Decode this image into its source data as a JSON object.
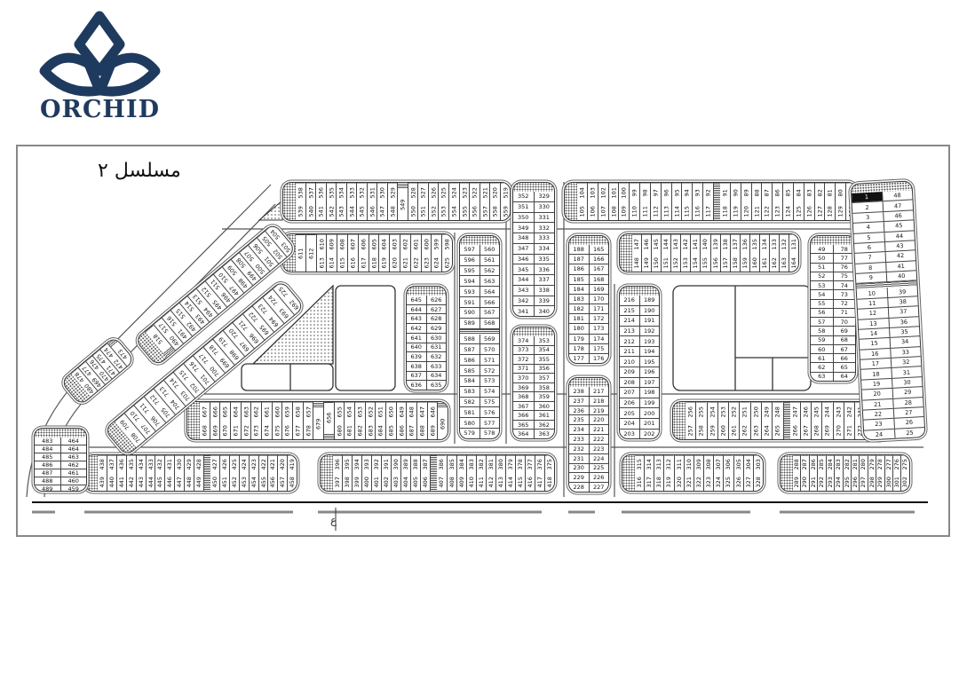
{
  "logo": {
    "brand": "ORCHID",
    "color": "#1f3a5f"
  },
  "map": {
    "title": "مسلسل ٢",
    "road_label": "ع",
    "highlighted_plot": "1",
    "blocks": {
      "A": {
        "top": [
          538,
          537,
          536,
          535,
          534,
          533,
          532,
          531,
          530,
          529,
          null,
          528,
          527,
          526,
          525,
          524,
          523,
          522,
          521,
          520,
          519
        ],
        "bottom": [
          539,
          540,
          541,
          542,
          543,
          544,
          545,
          546,
          547,
          548,
          549,
          550,
          551,
          552,
          553,
          554,
          555,
          556,
          557,
          558,
          559
        ]
      },
      "B": {
        "top": [
          610,
          609,
          608,
          607,
          606,
          605,
          604,
          603,
          602,
          601,
          600,
          599,
          598
        ],
        "bottom": [
          613,
          614,
          615,
          616,
          617,
          618,
          619,
          620,
          621,
          622,
          623,
          624,
          625
        ],
        "end": [
          611,
          612
        ]
      },
      "C": {
        "top": [
          104,
          103,
          102,
          101,
          100,
          99,
          98,
          97,
          96,
          95,
          94,
          93,
          92,
          null,
          91,
          90,
          89,
          88,
          87,
          86,
          85,
          84,
          83,
          82,
          81,
          80,
          79
        ],
        "bottom": [
          105,
          106,
          107,
          108,
          109,
          110,
          111,
          112,
          113,
          114,
          115,
          116,
          117,
          null,
          118,
          119,
          120,
          121,
          122,
          123,
          124,
          125,
          126,
          127,
          128,
          129,
          130
        ]
      },
      "D": {
        "top": [
          147,
          146,
          145,
          144,
          143,
          142,
          141,
          140,
          139,
          138,
          137,
          136,
          135,
          134,
          133,
          132,
          131
        ],
        "bottom": [
          148,
          149,
          150,
          151,
          152,
          153,
          154,
          155,
          156,
          157,
          158,
          159,
          160,
          161,
          162,
          163,
          164
        ]
      },
      "E": {
        "top": [
          438,
          437,
          436,
          435,
          434,
          433,
          432,
          431,
          430,
          429,
          428,
          null,
          427,
          426,
          425,
          424,
          423,
          422,
          421,
          420,
          419
        ],
        "bottom": [
          439,
          440,
          441,
          442,
          443,
          444,
          445,
          446,
          447,
          448,
          449,
          null,
          450,
          451,
          452,
          453,
          454,
          455,
          456,
          457,
          458
        ]
      },
      "F": {
        "top": [
          396,
          395,
          394,
          393,
          392,
          391,
          390,
          389,
          388,
          387,
          null,
          386,
          385,
          384,
          383,
          382,
          381,
          380,
          379,
          378,
          377,
          376,
          375
        ],
        "bottom": [
          397,
          398,
          399,
          400,
          401,
          402,
          403,
          404,
          405,
          406,
          null,
          407,
          408,
          409,
          410,
          411,
          412,
          413,
          414,
          415,
          416,
          417,
          418
        ]
      },
      "G": {
        "top": [
          315,
          314,
          313,
          312,
          311,
          310,
          309,
          308,
          307,
          306,
          305,
          304,
          303
        ],
        "bottom": [
          316,
          317,
          318,
          319,
          320,
          321,
          322,
          323,
          324,
          325,
          326,
          327,
          328
        ]
      },
      "H": {
        "top": [
          288,
          287,
          286,
          285,
          284,
          283,
          282,
          281,
          280,
          279,
          278,
          277,
          276,
          275
        ],
        "bottom": [
          289,
          290,
          291,
          292,
          293,
          294,
          295,
          296,
          297,
          298,
          299,
          300,
          301,
          302
        ]
      },
      "I": {
        "top": [
          667,
          666,
          665,
          664,
          663,
          662,
          661,
          660,
          659,
          658,
          657,
          null,
          656,
          655,
          654,
          653,
          652,
          651,
          650,
          649,
          648,
          647,
          646
        ],
        "bottom": [
          668,
          669,
          670,
          671,
          672,
          673,
          674,
          675,
          676,
          677,
          678,
          679,
          null,
          680,
          681,
          682,
          683,
          684,
          685,
          686,
          687,
          688,
          689,
          690
        ]
      },
      "J": {
        "top": [
          256,
          255,
          254,
          253,
          252,
          251,
          250,
          249,
          248,
          null,
          247,
          246,
          245,
          244,
          243,
          242,
          241,
          240,
          239
        ],
        "bottom": [
          257,
          258,
          259,
          260,
          261,
          262,
          263,
          264,
          265,
          null,
          266,
          267,
          268,
          269,
          270,
          271,
          272,
          273,
          274
        ]
      },
      "K": {
        "left": [
          352,
          351,
          350,
          349,
          348,
          347,
          346,
          345,
          344,
          343,
          342,
          341
        ],
        "right": [
          329,
          330,
          331,
          332,
          333,
          334,
          335,
          336,
          337,
          338,
          339,
          340
        ]
      },
      "L": {
        "left": [
          597,
          596,
          595,
          594,
          593,
          591,
          590,
          589,
          null,
          588,
          587,
          586,
          585,
          584,
          583,
          582,
          581,
          580,
          579
        ],
        "right": [
          560,
          561,
          562,
          563,
          564,
          566,
          567,
          568,
          null,
          569,
          570,
          571,
          572,
          573,
          574,
          575,
          576,
          577,
          578
        ]
      },
      "M": {
        "left": [
          374,
          373,
          372,
          371,
          370,
          369,
          368,
          367,
          366,
          365,
          364
        ],
        "right": [
          353,
          354,
          355,
          356,
          357,
          358,
          359,
          360,
          361,
          362,
          363
        ]
      },
      "N": {
        "left": [
          645,
          644,
          643,
          642,
          641,
          640,
          639,
          638,
          637,
          636
        ],
        "right": [
          626,
          627,
          628,
          629,
          630,
          631,
          632,
          633,
          634,
          635
        ]
      },
      "O": {
        "left": [
          188,
          187,
          186,
          185,
          184,
          183,
          182,
          181,
          180,
          179,
          178,
          177
        ],
        "right": [
          165,
          166,
          167,
          168,
          169,
          170,
          171,
          172,
          173,
          174,
          175,
          176
        ]
      },
      "P": {
        "left": [
          238,
          237,
          236,
          235,
          234,
          233,
          232,
          231,
          230,
          229,
          228
        ],
        "right": [
          217,
          218,
          219,
          220,
          221,
          222,
          223,
          224,
          225,
          226,
          227
        ]
      },
      "Q": {
        "left": [
          216,
          215,
          214,
          213,
          212,
          211,
          210,
          209,
          208,
          207,
          206,
          205,
          204,
          203
        ],
        "right": [
          189,
          190,
          191,
          192,
          193,
          194,
          195,
          196,
          197,
          198,
          199,
          200,
          201,
          202
        ]
      },
      "R": {
        "left": [
          49,
          50,
          51,
          52,
          53,
          54,
          55,
          56,
          57,
          58,
          59,
          60,
          61,
          62,
          63
        ],
        "right": [
          78,
          77,
          76,
          75,
          74,
          73,
          72,
          71,
          70,
          69,
          68,
          67,
          66,
          65,
          64
        ]
      },
      "S": {
        "left": [
          1,
          2,
          3,
          4,
          5,
          6,
          7,
          8,
          9,
          null,
          10,
          11,
          12,
          13,
          14,
          15,
          16,
          17,
          18,
          19,
          20,
          21,
          22,
          23,
          24
        ],
        "right": [
          48,
          47,
          46,
          45,
          44,
          43,
          42,
          41,
          40,
          null,
          39,
          38,
          37,
          36,
          35,
          34,
          33,
          32,
          31,
          30,
          29,
          28,
          27,
          26,
          25
        ]
      },
      "T": {
        "left": [
          483,
          484,
          485,
          486,
          487,
          488,
          489
        ],
        "right": [
          464,
          464,
          463,
          462,
          461,
          460,
          459
        ]
      },
      "D1": {
        "top": [
          518,
          517,
          516,
          515,
          514,
          513,
          512,
          511,
          510,
          509,
          508,
          507,
          506,
          505,
          504
        ],
        "bottom": [
          null,
          490,
          491,
          492,
          493,
          494,
          495,
          496,
          497,
          498,
          499,
          500,
          501,
          502,
          503
        ]
      },
      "D2": {
        "top": [
          709,
          710,
          711,
          712,
          713,
          714,
          715,
          716,
          717,
          718,
          719,
          720,
          721,
          722,
          723,
          724,
          725
        ],
        "bottom": [
          708,
          707,
          706,
          705,
          704,
          703,
          702,
          701,
          700,
          699,
          698,
          697,
          696,
          695,
          694,
          693,
          692
        ]
      },
      "D3": {
        "top": [
          478,
          477,
          476,
          475,
          474
        ],
        "bottom": [
          480,
          469,
          470,
          471,
          472,
          473
        ]
      }
    }
  }
}
